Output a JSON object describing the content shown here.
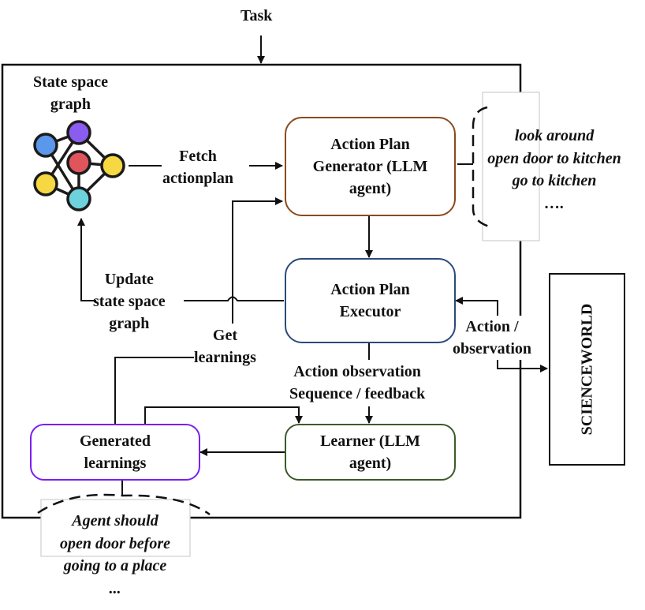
{
  "task_label": "Task",
  "graph": {
    "title_lines": [
      "State space",
      "graph"
    ],
    "node_colors": {
      "blue": "#5b97ea",
      "purple": "#8a5cf0",
      "red": "#e0545c",
      "yellow": "#f5d842",
      "cyan": "#6ed2dd"
    }
  },
  "edges": {
    "fetch_actionplan": [
      "Fetch",
      "actionplan"
    ],
    "update_graph": [
      "Update",
      "state space",
      "graph"
    ],
    "get_learnings": [
      "Get",
      "learnings"
    ],
    "action_observation_sequence": [
      "Action observation",
      "Sequence / feedback"
    ],
    "action_observation": [
      "Action /",
      "observation"
    ]
  },
  "boxes": {
    "generator": {
      "lines": [
        "Action Plan",
        "Generator (LLM",
        "agent)"
      ],
      "color": "#8b4a1c"
    },
    "executor": {
      "lines": [
        "Action Plan",
        "Executor"
      ],
      "color": "#2b4a7a"
    },
    "learner": {
      "lines": [
        "Learner (LLM",
        "agent)"
      ],
      "color": "#3d5a2a"
    },
    "generated_learnings": {
      "lines": [
        "Generated",
        "learnings"
      ],
      "color": "#7a1ff0"
    }
  },
  "environment": {
    "label": "SCIENCEWORLD"
  },
  "notes": {
    "action_plan_example": [
      "look around",
      "open door to kitchen",
      "go to kitchen",
      "…."
    ],
    "learning_example": [
      "Agent should",
      "open door before",
      "going to a place",
      "..."
    ]
  }
}
